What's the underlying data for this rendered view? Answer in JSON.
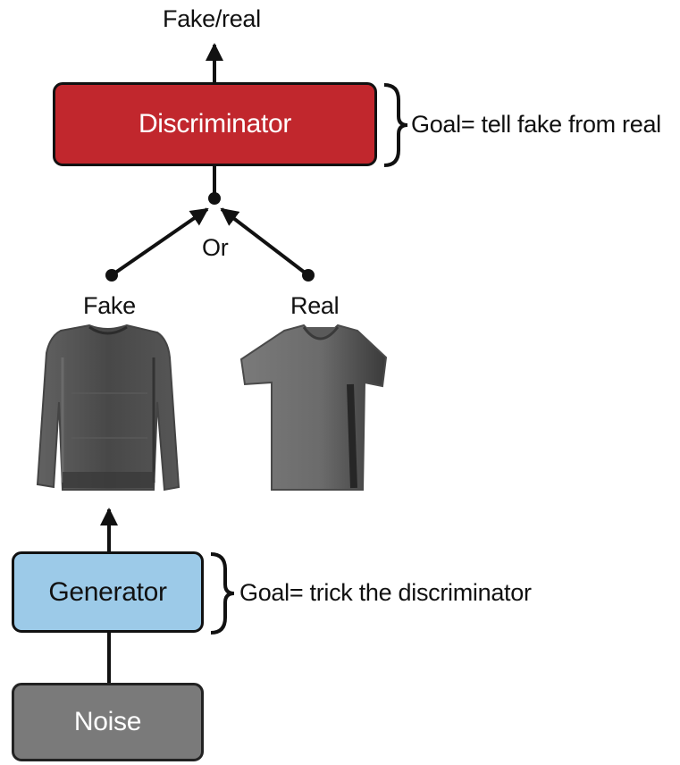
{
  "diagram": {
    "top_output_label": "Fake/real",
    "discriminator": {
      "label": "Discriminator",
      "goal": "Goal= tell fake from real",
      "color": "#c1272d"
    },
    "join_label": "Or",
    "fake_label": "Fake",
    "real_label": "Real",
    "fake_image_icon": "sweater-image",
    "real_image_icon": "tshirt-image",
    "generator": {
      "label": "Generator",
      "goal": "Goal= trick the discriminator",
      "color": "#9ccae8"
    },
    "noise": {
      "label": "Noise",
      "color": "#7a7a7a"
    }
  }
}
